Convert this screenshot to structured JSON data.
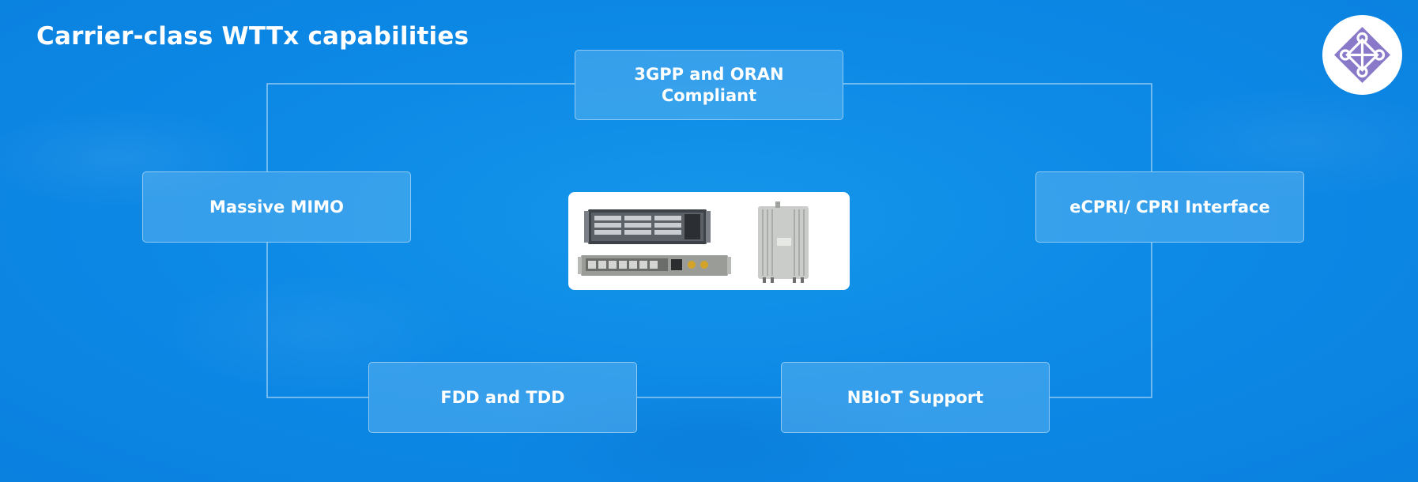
{
  "title": "Carrier-class WTTx capabilities",
  "logo": {
    "icon": "endless-knot-icon",
    "color": "#8a79c9"
  },
  "capabilities": {
    "top": "3GPP and ORAN Compliant",
    "left": "Massive MIMO",
    "right": "eCPRI/ CPRI Interface",
    "bottom_left": "FDD and TDD",
    "bottom_right": "NBIoT Support"
  },
  "center_image": {
    "description_icon": "radio-equipment-image"
  },
  "colors": {
    "background": "#0d8ae6",
    "box_fill": "#5fb4ef",
    "line": "#bfe2fb"
  }
}
